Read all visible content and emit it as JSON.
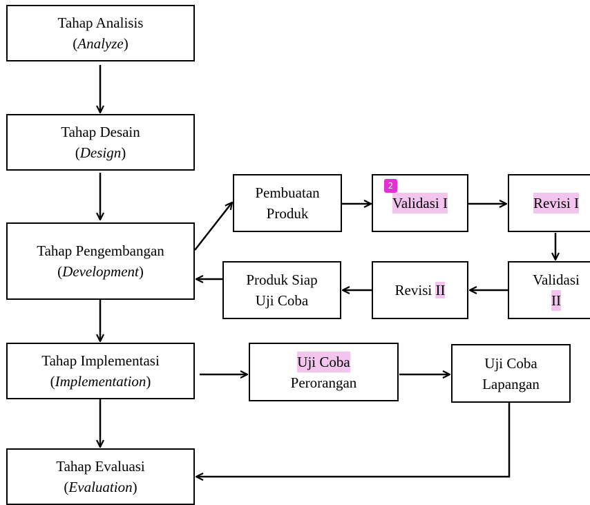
{
  "phases": {
    "analyze": {
      "title": "Tahap Analisis",
      "en": "Analyze"
    },
    "design": {
      "title": "Tahap Desain",
      "en": "Design"
    },
    "development": {
      "title": "Tahap Pengembangan",
      "en": "Development"
    },
    "implementation": {
      "title": "Tahap Implementasi",
      "en": "Implementation"
    },
    "evaluation": {
      "title": "Tahap Evaluasi",
      "en": "Evaluation"
    }
  },
  "development_steps": {
    "pembuatan": [
      "Pembuatan",
      "Produk"
    ],
    "validasi1": "Validasi I",
    "revisi1": "Revisi I",
    "validasi2": {
      "word": "Validasi",
      "num": "II"
    },
    "revisi2": {
      "word": "Revisi",
      "num": "II"
    },
    "siap": [
      "Produk Siap",
      "Uji Coba"
    ]
  },
  "implementation_steps": {
    "perorangan": {
      "highlight": "Uji Coba",
      "rest": "Perorangan"
    },
    "lapangan": [
      "Uji Coba",
      "Lapangan"
    ]
  },
  "annotation_badge": "2",
  "colors": {
    "highlight": "#f2c4ee",
    "badge": "#e32fd4"
  }
}
